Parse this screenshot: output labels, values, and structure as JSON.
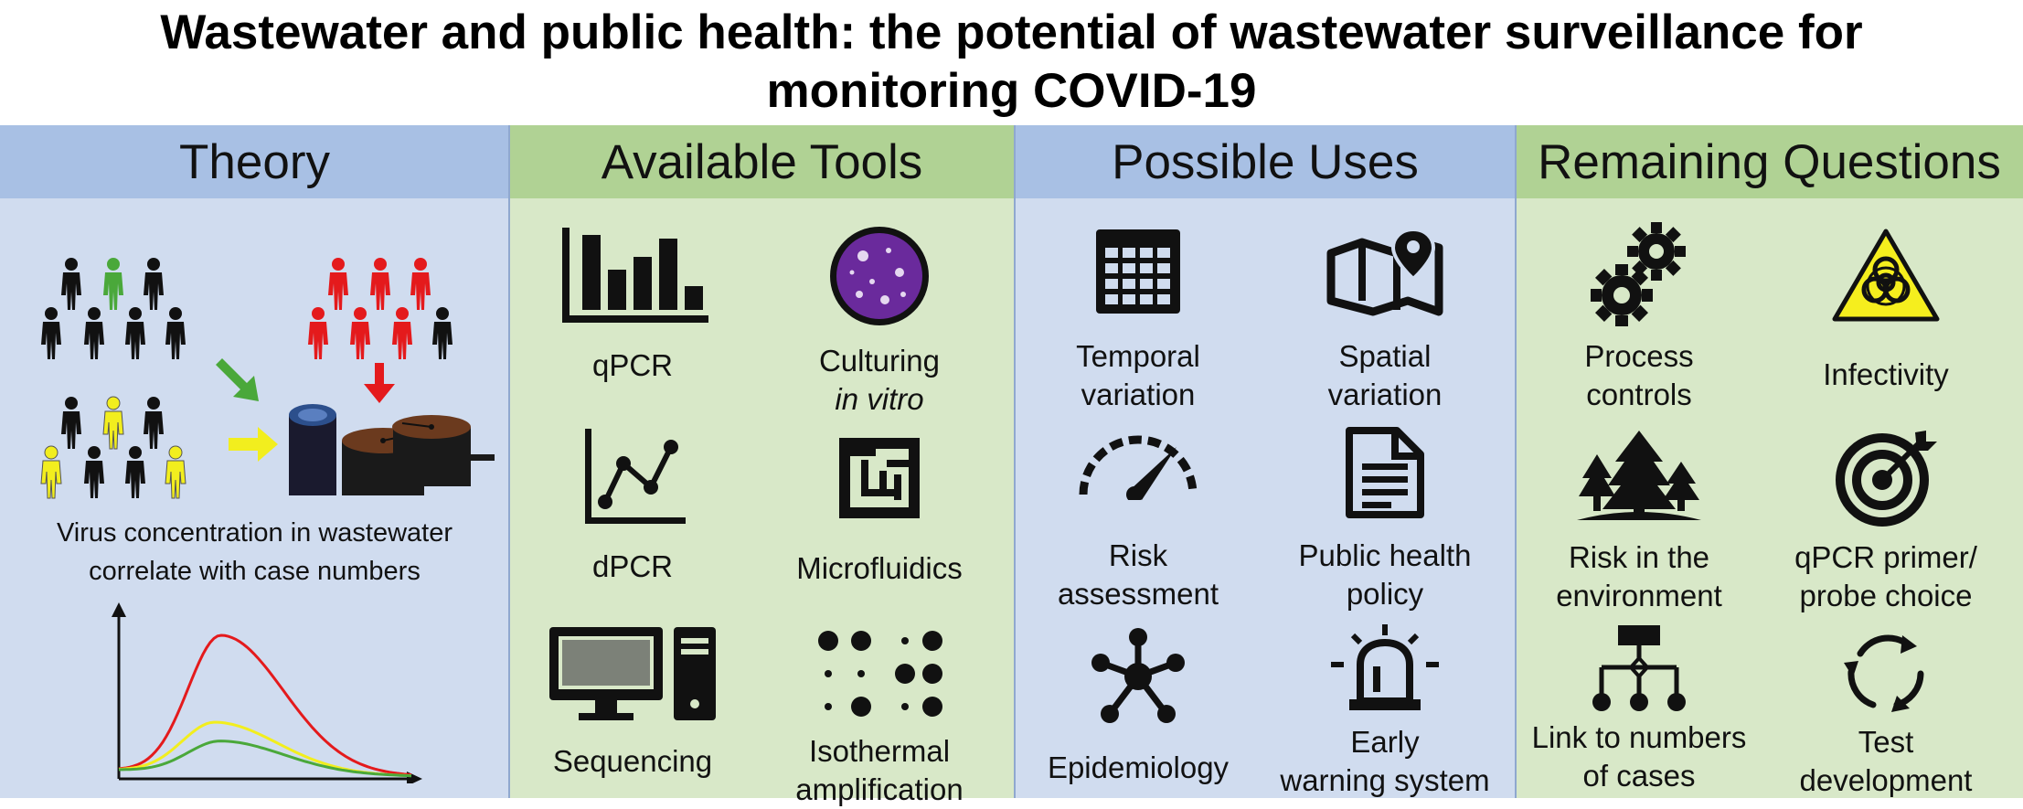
{
  "title": {
    "line1": "Wastewater and public health: the potential of wastewater surveillance for",
    "line2": "monitoring COVID-19"
  },
  "columns": {
    "theory": {
      "heading": "Theory",
      "caption_line1": "Virus concentration in wastewater",
      "caption_line2": "correlate with case numbers"
    },
    "tools": {
      "heading": "Available Tools",
      "items": [
        {
          "line1": "qPCR",
          "icon": "bar-chart-icon"
        },
        {
          "line1": "Culturing",
          "line2": "in vitro",
          "icon": "petri-dish-icon"
        },
        {
          "line1": "dPCR",
          "icon": "line-chart-icon"
        },
        {
          "line1": "Microfluidics",
          "icon": "maze-chip-icon"
        },
        {
          "line1": "Sequencing",
          "icon": "computer-icon"
        },
        {
          "line1": "Isothermal",
          "line2": "amplification",
          "icon": "dots-icon"
        }
      ]
    },
    "uses": {
      "heading": "Possible Uses",
      "items": [
        {
          "line1": "Temporal",
          "line2": "variation",
          "icon": "calendar-icon"
        },
        {
          "line1": "Spatial",
          "line2": "variation",
          "icon": "map-pin-icon"
        },
        {
          "line1": "Risk",
          "line2": "assessment",
          "icon": "gauge-icon"
        },
        {
          "line1": "Public health",
          "line2": "policy",
          "icon": "document-icon"
        },
        {
          "line1": "Epidemiology",
          "icon": "network-icon"
        },
        {
          "line1": "Early",
          "line2": "warning system",
          "icon": "siren-icon"
        }
      ]
    },
    "questions": {
      "heading": "Remaining Questions",
      "items": [
        {
          "line1": "Process",
          "line2": "controls",
          "icon": "gears-icon"
        },
        {
          "line1": "Infectivity",
          "icon": "biohazard-icon"
        },
        {
          "line1": "Risk in the",
          "line2": "environment",
          "icon": "trees-icon"
        },
        {
          "line1": "qPCR primer/",
          "line2": "probe choice",
          "icon": "target-icon"
        },
        {
          "line1": "Link to numbers",
          "line2": "of cases",
          "icon": "hierarchy-icon"
        },
        {
          "line1": "Test",
          "line2": "development",
          "icon": "cycle-icon"
        }
      ]
    }
  },
  "colors": {
    "header_blue": "#a8c0e4",
    "body_blue": "#d0dcef",
    "header_green": "#b0d294",
    "body_green": "#d8e8c8",
    "infected_red": "#e41a1c",
    "recovering_green": "#4aa83a",
    "exposed_yellow": "#f2ee1e"
  },
  "theory_curves": {
    "red": {
      "peak": 0.88,
      "peak_x": 0.35
    },
    "yellow": {
      "peak": 0.32,
      "peak_x": 0.33
    },
    "green": {
      "peak": 0.2,
      "peak_x": 0.35
    }
  }
}
